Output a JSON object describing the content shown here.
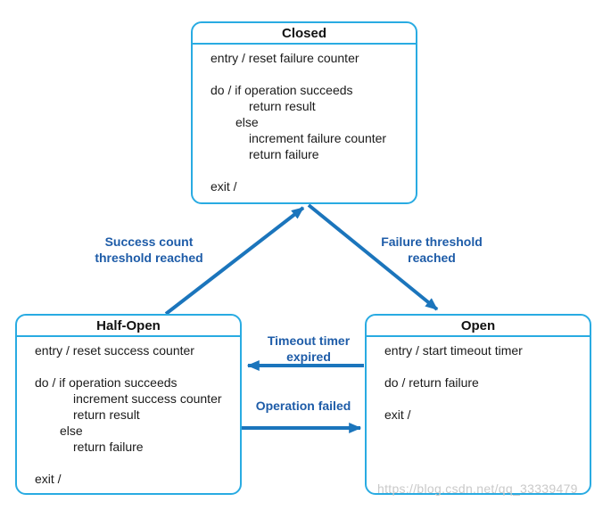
{
  "colors": {
    "box_border": "#29abe2",
    "arrow": "#1b75bc",
    "label_text": "#1e5ca8",
    "body_text": "#1a1a1a",
    "title_text": "#111111",
    "watermark": "#c9c9c9",
    "background": "#ffffff"
  },
  "diagram": {
    "states": {
      "closed": {
        "title": "Closed",
        "lines": [
          "entry / reset failure counter",
          "",
          "do / if operation succeeds",
          "return result",
          "else",
          "increment failure counter",
          "return failure",
          "",
          "exit /"
        ]
      },
      "half_open": {
        "title": "Half-Open",
        "lines": [
          "entry / reset success counter",
          "",
          "do / if operation succeeds",
          "increment success counter",
          "return result",
          "else",
          "return failure",
          "",
          "exit /"
        ]
      },
      "open": {
        "title": "Open",
        "lines": [
          "entry / start timeout timer",
          "",
          "do / return failure",
          "",
          "exit /"
        ]
      }
    },
    "transitions": {
      "success_label": "Success count\nthreshold reached",
      "failure_label": "Failure threshold\nreached",
      "timeout_label": "Timeout timer\nexpired",
      "operation_failed_label": "Operation failed"
    }
  },
  "watermark": "https://blog.csdn.net/qq_33339479"
}
